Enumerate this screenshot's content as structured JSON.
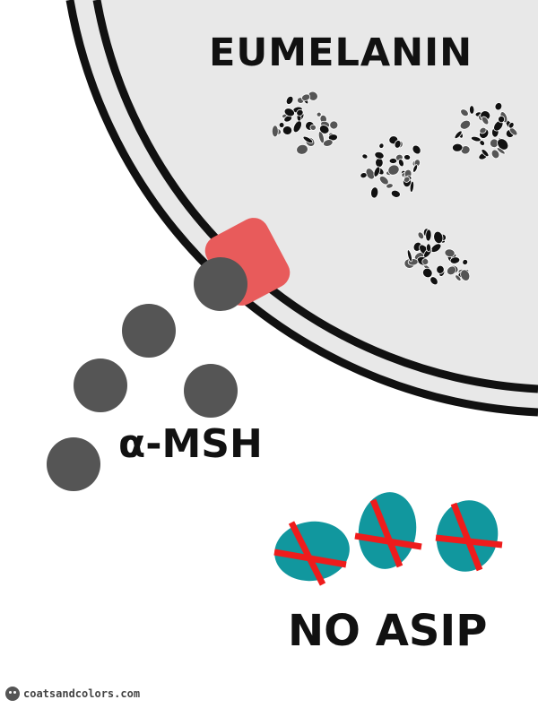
{
  "labels": {
    "eumelanin": "EUMELANIN",
    "alpha_msh": "α-MSH",
    "no_asip": "NO ASIP"
  },
  "footer": {
    "site": "coatsandcolors.com",
    "logo_icon": "seal-logo-icon"
  },
  "colors": {
    "cell_fill": "#e8e8e8",
    "membrane": "#111111",
    "receptor": "#e85b5b",
    "msh": "#555555",
    "asip": "#11979e",
    "cross": "#ee1c1c",
    "granule_dark": "#111111",
    "granule_mid": "#555555"
  }
}
